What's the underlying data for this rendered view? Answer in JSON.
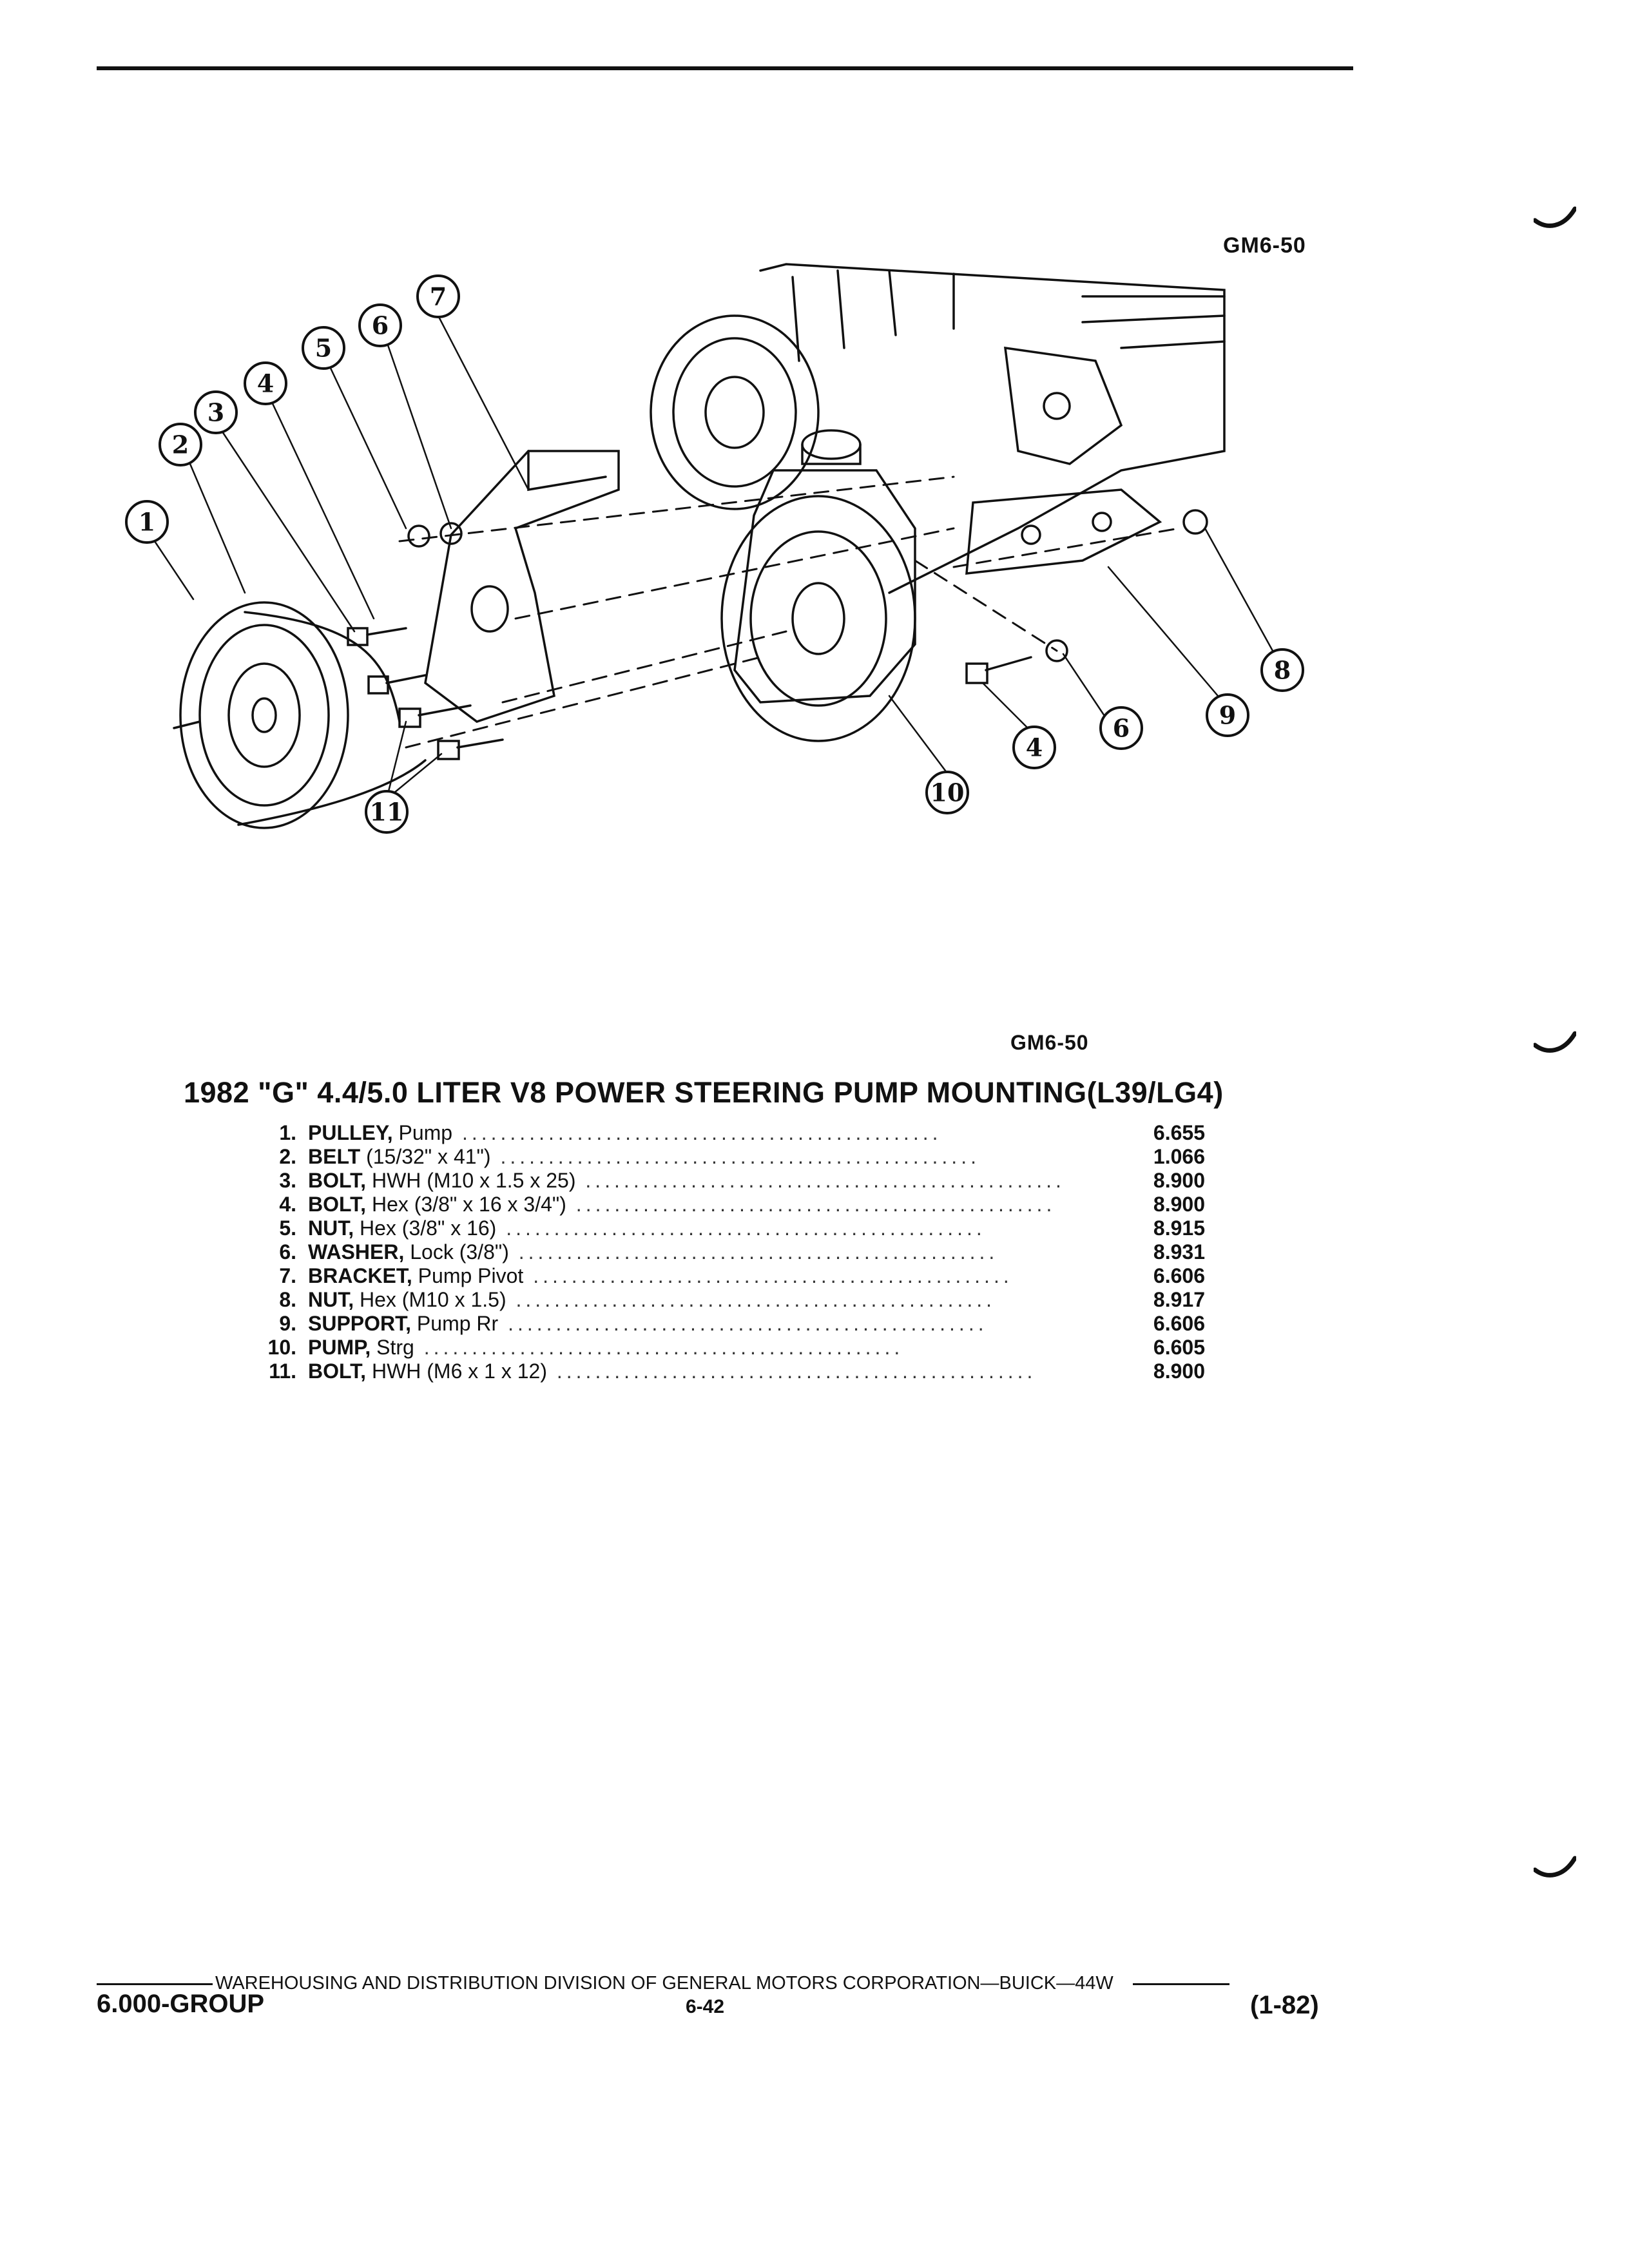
{
  "figure_id_top": "GM6-50",
  "figure_id_bottom": "GM6-50",
  "title": "1982 \"G\" 4.4/5.0 LITER V8 POWER STEERING PUMP MOUNTING(L39/LG4)",
  "parts": [
    {
      "num": "1.",
      "name": "PULLEY,",
      "desc": " Pump",
      "group": "6.655"
    },
    {
      "num": "2.",
      "name": "BELT",
      "desc": " (15/32\" x 41\")",
      "group": "1.066"
    },
    {
      "num": "3.",
      "name": "BOLT,",
      "desc": " HWH (M10 x 1.5 x 25)",
      "group": "8.900"
    },
    {
      "num": "4.",
      "name": "BOLT,",
      "desc": " Hex (3/8\" x 16 x 3/4\")",
      "group": "8.900"
    },
    {
      "num": "5.",
      "name": "NUT,",
      "desc": " Hex (3/8\" x 16)",
      "group": "8.915"
    },
    {
      "num": "6.",
      "name": "WASHER,",
      "desc": " Lock (3/8\")",
      "group": "8.931"
    },
    {
      "num": "7.",
      "name": "BRACKET,",
      "desc": " Pump Pivot",
      "group": "6.606"
    },
    {
      "num": "8.",
      "name": "NUT,",
      "desc": " Hex (M10 x 1.5)",
      "group": "8.917"
    },
    {
      "num": "9.",
      "name": "SUPPORT,",
      "desc": " Pump Rr",
      "group": "6.606"
    },
    {
      "num": "10.",
      "name": "PUMP,",
      "desc": " Strg",
      "group": "6.605"
    },
    {
      "num": "11.",
      "name": "BOLT,",
      "desc": " HWH (M6 x 1 x 12)",
      "group": "8.900"
    }
  ],
  "callouts": [
    "1",
    "2",
    "3",
    "4",
    "5",
    "6",
    "7",
    "8",
    "9",
    "10",
    "4",
    "6",
    "11"
  ],
  "footer": {
    "division": "WAREHOUSING AND DISTRIBUTION  DIVISION OF GENERAL MOTORS CORPORATION—BUICK—44W",
    "group": "6.000-GROUP",
    "page": "6-42",
    "date": "(1-82)"
  }
}
